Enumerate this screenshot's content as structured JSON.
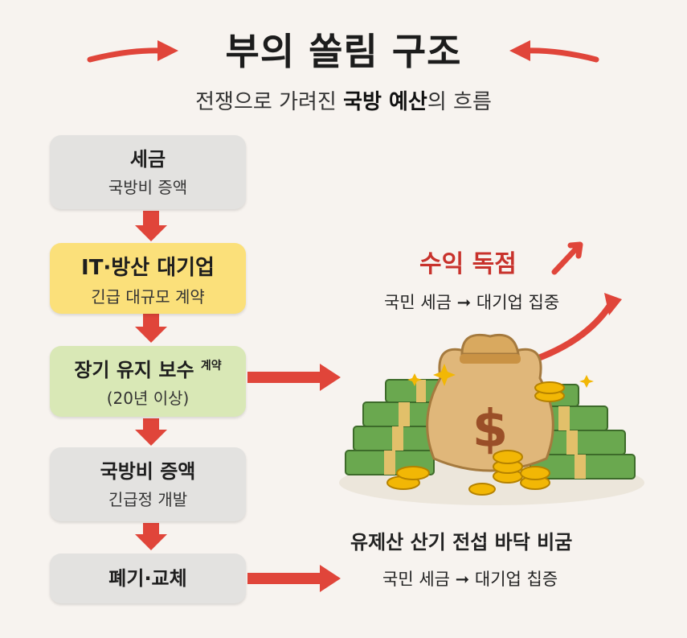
{
  "header": {
    "title": "부의 쏠림 구조",
    "subtitle_prefix": "전쟁으로 가려진 ",
    "subtitle_bold": "국방 예산",
    "subtitle_suffix": "의 흐름"
  },
  "flow": [
    {
      "main": "세금",
      "sub": "국방비 증액"
    },
    {
      "main": "IT·방산 대기업",
      "sub": "긴급 대규모 계약"
    },
    {
      "main": "장기 유지 보수",
      "main_small": "계약",
      "sub": "(20년 이상)"
    },
    {
      "main": "국방비 증액",
      "sub": "긴급정 개발"
    },
    {
      "main": "폐기·교체"
    }
  ],
  "right": {
    "profit_title": "수익 독점",
    "profit_flow": "국민 세금 ➞ 대기업 집중",
    "bottom_title": "유제산 산기 전섭 바닥 비굼",
    "bottom_flow": "국민 세금 ➞ 대기업 칩증"
  },
  "colors": {
    "arrow_red": "#e0453a",
    "box_gray": "#e3e2e0",
    "box_yellow": "#fbe07a",
    "box_green": "#d9e8b6",
    "money_green": "#6aa84f",
    "gold": "#f2b705",
    "bag": "#e0b77a"
  }
}
